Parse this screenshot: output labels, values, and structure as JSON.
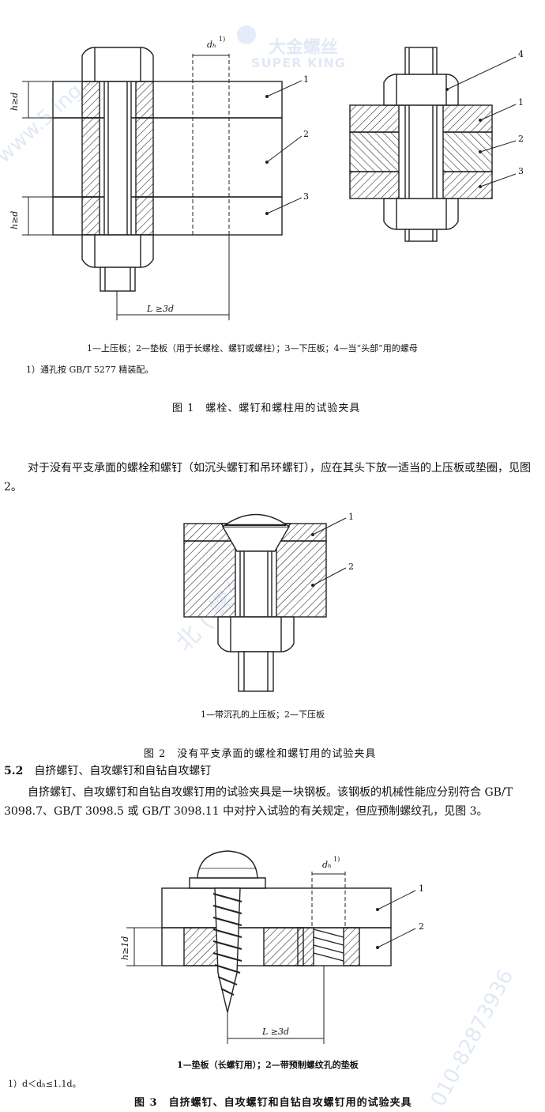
{
  "watermarks": {
    "logo_cn": "大金螺丝",
    "logo_en": "SUPER KING",
    "site": "www.5  ing.cn",
    "phone": "010-82873936",
    "center": "北  (  螺丝)"
  },
  "figure1": {
    "labels": {
      "dh": "dₕ",
      "dh_sup": "1)",
      "h1": "h≥d",
      "h2": "h≥d",
      "L": "L ≥3d"
    },
    "callouts_left": [
      "1",
      "2",
      "3"
    ],
    "callouts_right": [
      "4",
      "1",
      "2",
      "3"
    ],
    "legend": "1—上压板；2—垫板（用于长螺栓、螺钉或螺柱）；3—下压板；4—当“头部”用的螺母",
    "footnote": "1）通孔按 GB/T 5277 精装配。",
    "caption": "图 1　螺栓、螺钉和螺柱用的试验夹具"
  },
  "paragraph1": "对于没有平支承面的螺栓和螺钉（如沉头螺钉和吊环螺钉），应在其头下放一适当的上压板或垫圈，见图 2。",
  "figure2": {
    "callouts": [
      "1",
      "2"
    ],
    "legend": "1—带沉孔的上压板；2—下压板",
    "caption": "图 2　没有平支承面的螺栓和螺钉用的试验夹具"
  },
  "section": {
    "number": "5.2",
    "title": "自挤螺钉、自攻螺钉和自钻自攻螺钉",
    "body": "自挤螺钉、自攻螺钉和自钻自攻螺钉用的试验夹具是一块钢板。该钢板的机械性能应分别符合 GB/T 3098.7、GB/T 3098.5 或 GB/T 3098.11 中对拧入试验的有关规定，但应预制螺纹孔，见图 3。"
  },
  "figure3": {
    "labels": {
      "dh": "dₕ",
      "dh_sup": "1)",
      "h": "h≥1d",
      "L": "L ≥3d"
    },
    "callouts": [
      "1",
      "2"
    ],
    "legend": "1—垫板（长螺钉用）；2—带预制螺纹孔的垫板",
    "footnote": "1）d＜dₕ≤1.1d。",
    "caption": "图 3　自挤螺钉、自攻螺钉和自钻自攻螺钉用的试验夹具"
  }
}
